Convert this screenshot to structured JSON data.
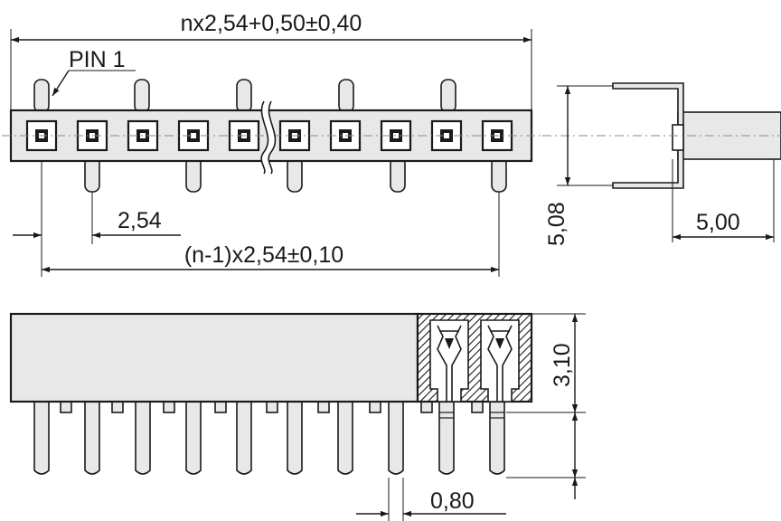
{
  "colors": {
    "body_fill": "#e8e8e8",
    "line": "#1a1a1a",
    "center_line": "#8a8a8a",
    "background": "#ffffff"
  },
  "labels": {
    "overall_length": "nx2,54+0,50±0,40",
    "pin1": "PIN 1",
    "pitch": "2,54",
    "span": "(n-1)x2,54±0,10",
    "height": "5,08",
    "depth": "5,00",
    "body_height": "3,10",
    "pin_width": "0,80"
  }
}
